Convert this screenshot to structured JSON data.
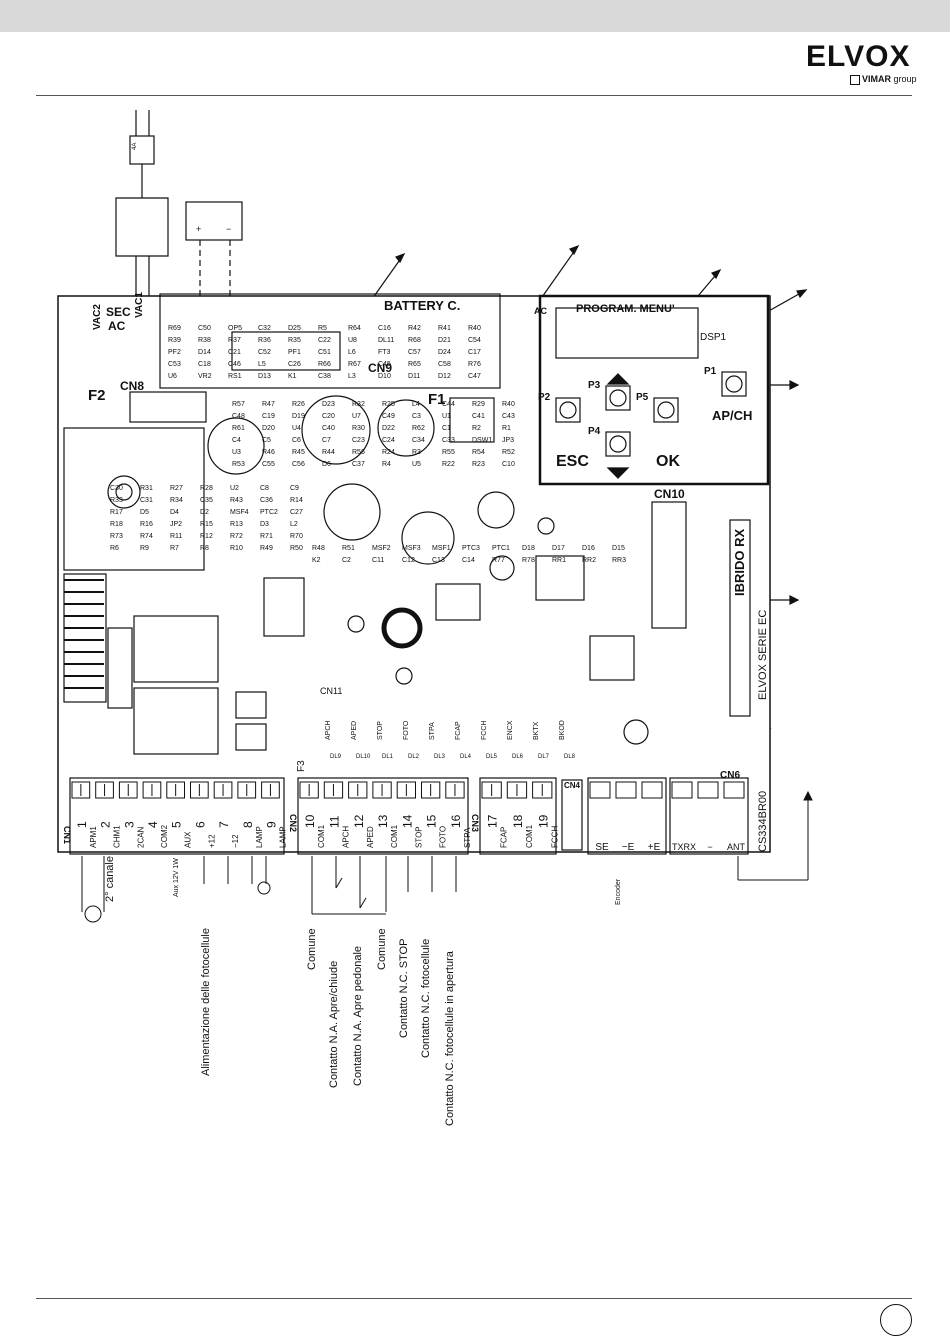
{
  "brand": {
    "logo": "ELVOX",
    "group_brand": "VIMAR",
    "group_suffix": "group"
  },
  "page": {
    "number": ""
  },
  "board": {
    "model": "CS334BR00",
    "product": "ELVOX SERIE EC",
    "receiver": "IBRIDO RX",
    "battery_section": "BATTERY C.",
    "program_menu": "PROGRAM. MENU'",
    "display": "DSP1",
    "ac_led": "AC",
    "mains_inputs": [
      "VAC2",
      "VAC1"
    ],
    "sec_ac": [
      "SEC",
      "AC"
    ],
    "fuses": [
      "F1",
      "F2",
      "F3"
    ],
    "connectors": [
      "CN1",
      "CN2",
      "CN3",
      "CN4",
      "CN6",
      "CN7",
      "CN8",
      "CN9",
      "CN10",
      "CN11"
    ],
    "components": [
      "R69",
      "C50",
      "OP5",
      "C32",
      "D25",
      "R5",
      "R64",
      "C16",
      "R42",
      "R41",
      "R40",
      "R39",
      "R38",
      "R37",
      "R36",
      "R35",
      "C22",
      "U8",
      "DL11",
      "R68",
      "D21",
      "C54",
      "PF2",
      "D14",
      "C21",
      "C52",
      "PF1",
      "C51",
      "L6",
      "FT3",
      "C57",
      "D24",
      "C17",
      "C53",
      "C18",
      "C46",
      "L5",
      "C26",
      "R66",
      "R67",
      "C45",
      "R65",
      "C58",
      "R76",
      "U6",
      "VR2",
      "RS1",
      "D13",
      "K1",
      "C38",
      "L3",
      "D10",
      "D11",
      "D12",
      "C47",
      "R57",
      "R47",
      "R26",
      "D23",
      "R32",
      "R25",
      "L4",
      "C44",
      "R29",
      "R40",
      "C48",
      "C19",
      "D19",
      "C20",
      "U7",
      "C49",
      "C3",
      "U1",
      "C41",
      "C43",
      "R61",
      "D20",
      "U4",
      "C40",
      "R30",
      "D22",
      "R62",
      "C1",
      "R2",
      "R1",
      "C4",
      "C5",
      "C6",
      "C7",
      "C23",
      "C24",
      "C34",
      "C33",
      "DSW1",
      "JP3",
      "U3",
      "R46",
      "R45",
      "R44",
      "R56",
      "R24",
      "R3",
      "R55",
      "R54",
      "R52",
      "R53",
      "C55",
      "C56",
      "D6",
      "C37",
      "R4",
      "U5",
      "R22",
      "R23",
      "C10",
      "C30",
      "R31",
      "R27",
      "R28",
      "U2",
      "C8",
      "C9",
      "R33",
      "C31",
      "R34",
      "C35",
      "R43",
      "C36",
      "R14",
      "R17",
      "D5",
      "D4",
      "D2",
      "MSF4",
      "PTC2",
      "C27",
      "R18",
      "R16",
      "JP2",
      "R15",
      "R13",
      "D3",
      "L2",
      "R73",
      "R74",
      "R11",
      "R12",
      "R72",
      "R71",
      "R70",
      "R6",
      "R9",
      "R7",
      "R8",
      "R10",
      "R49",
      "R50",
      "R48",
      "R51",
      "MSF2",
      "MSF3",
      "MSF1",
      "PTC3",
      "PTC1",
      "D18",
      "D17",
      "D16",
      "D15",
      "K2",
      "C2",
      "C11",
      "C12",
      "C13",
      "C14",
      "R77",
      "R78",
      "RR1",
      "RR2",
      "RR3"
    ],
    "buttons": [
      {
        "id": "P1"
      },
      {
        "id": "P2"
      },
      {
        "id": "P3"
      },
      {
        "id": "P4"
      },
      {
        "id": "P5"
      }
    ],
    "button_legends": [
      "ESC",
      "OK",
      "AP/CH"
    ],
    "leds": [
      "DL9",
      "DL10",
      "DL1",
      "DL2",
      "DL3",
      "DL4",
      "DL5",
      "DL6",
      "DL7",
      "DL8"
    ],
    "led_labels": [
      "APCH",
      "APED",
      "STOP",
      "FOTO",
      "STPA",
      "FCAP",
      "FCCH",
      "ENCX",
      "BKTX",
      "BKOD"
    ]
  },
  "terminals": {
    "cn1": [
      {
        "num": "1",
        "name": "APM1"
      },
      {
        "num": "2",
        "name": "CHM1"
      },
      {
        "num": "3",
        "name": "2CAN"
      },
      {
        "num": "4",
        "name": "COM2"
      },
      {
        "num": "5",
        "name": "AUX"
      },
      {
        "num": "6",
        "name": "+12"
      },
      {
        "num": "7",
        "name": "−12"
      },
      {
        "num": "8",
        "name": "LAMP"
      },
      {
        "num": "9",
        "name": "LAMP"
      }
    ],
    "cn2": [
      {
        "num": "10",
        "name": "COM1"
      },
      {
        "num": "11",
        "name": "APCH"
      },
      {
        "num": "12",
        "name": "APED"
      },
      {
        "num": "13",
        "name": "COM1"
      },
      {
        "num": "14",
        "name": "STOP"
      },
      {
        "num": "15",
        "name": "FOTO"
      },
      {
        "num": "16",
        "name": "STPA"
      }
    ],
    "cn3": [
      {
        "num": "17",
        "name": "FCAP"
      },
      {
        "num": "18",
        "name": "COM1"
      },
      {
        "num": "19",
        "name": "FCCH"
      }
    ],
    "encoder_block": [
      "SE",
      "−E",
      "+E"
    ],
    "antenna_block": [
      "TXRX",
      "−",
      "ANT"
    ]
  },
  "wiring_labels": [
    "2° canale",
    "Aux 12V 1W",
    "Alimentazione delle fotocellule",
    "Comune",
    "Contatto N.A. Apre/chiude",
    "Contatto N.A. Apre pedonale",
    "Comune",
    "Contatto N.C. STOP",
    "Contatto N.C. fotocellule",
    "Contatto N.C. fotocellule in apertura"
  ],
  "encoder_label": "Encoder",
  "battery_pins": [
    "+",
    "−"
  ],
  "fuse_rating": "4A"
}
